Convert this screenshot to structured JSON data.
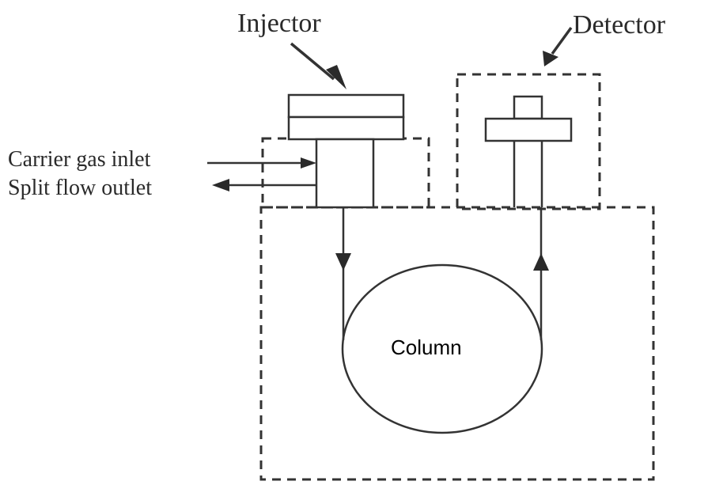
{
  "labels": {
    "injector": "Injector",
    "detector": "Detector",
    "carrier_gas_inlet": "Carrier gas inlet",
    "split_flow_outlet": "Split flow outlet",
    "column": "Column"
  },
  "colors": {
    "ink": "#2a2a2a",
    "background": "#ffffff"
  }
}
